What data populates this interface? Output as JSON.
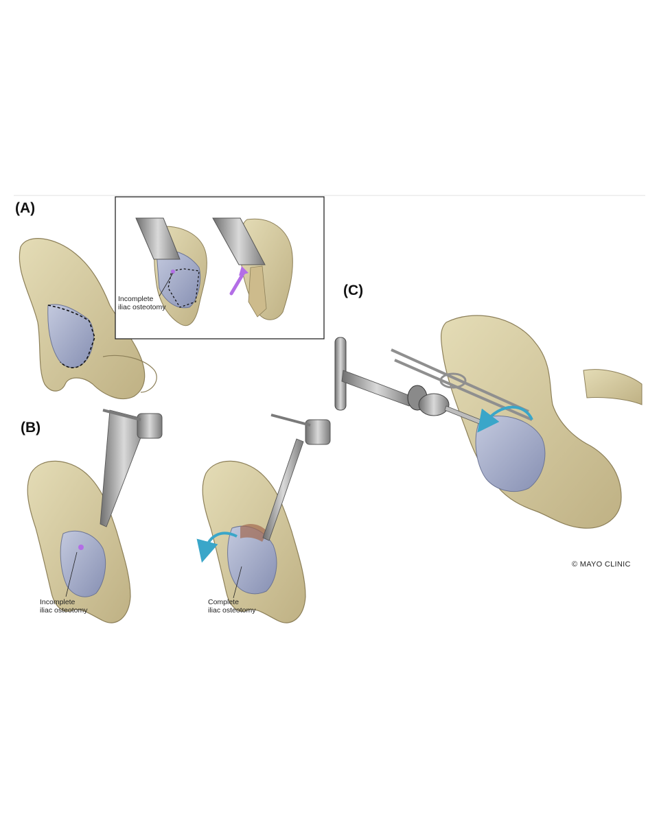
{
  "panels": {
    "a_label": "(A)",
    "b_label": "(B)",
    "c_label": "(C)"
  },
  "annotations": {
    "inset_incomplete_line1": "Incomplete",
    "inset_incomplete_line2": "iliac osteotomy",
    "b_left_line1": "Incomplete",
    "b_left_line2": "iliac osteotomy",
    "b_right_line1": "Complete",
    "b_right_line2": "iliac osteotomy"
  },
  "credit": "© MAYO CLINIC",
  "colors": {
    "bone": "#d8cfa6",
    "bone_dark": "#b8ab7c",
    "implant": "#a9b1cc",
    "implant_dark": "#7f89aa",
    "osteotomy_highlight": "#b36ee6",
    "rotation_arrow": "#3aa6c9",
    "instrument": "#9a9a9a"
  }
}
